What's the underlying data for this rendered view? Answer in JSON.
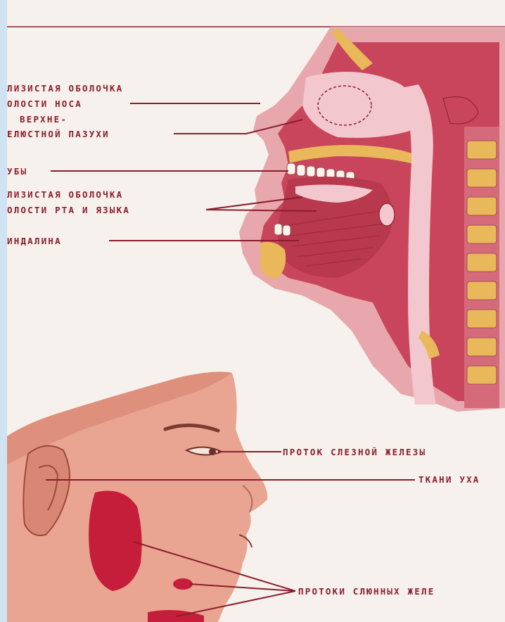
{
  "upper_labels": [
    {
      "id": "nasal-mucosa-1",
      "text": "ЛИЗИСТАЯ ОБОЛОЧКА"
    },
    {
      "id": "nasal-mucosa-2",
      "text": "ОЛОСТИ НОСА"
    },
    {
      "id": "sinus-1",
      "text": "ВЕРХНЕ-"
    },
    {
      "id": "sinus-2",
      "text": "ЕЛЮСТНОЙ ПАЗУХИ"
    },
    {
      "id": "teeth",
      "text": "УБЫ"
    },
    {
      "id": "oral-mucosa-1",
      "text": "ЛИЗИСТАЯ ОБОЛОЧКА"
    },
    {
      "id": "oral-mucosa-2",
      "text": "ОЛОСТИ РТА И ЯЗЫКА"
    },
    {
      "id": "tonsil",
      "text": "ИНДАЛИНА"
    }
  ],
  "lower_labels": [
    {
      "id": "lacrimal-duct",
      "text": "ПРОТОК СЛЕЗНОЙ ЖЕЛЕЗЫ"
    },
    {
      "id": "ear-tissue",
      "text": "ТКАНИ УХА"
    },
    {
      "id": "salivary-ducts",
      "text": "ПРОТОКИ СЛЮННЫХ ЖЕЛЕ"
    }
  ],
  "colors": {
    "ink": "#8a1e2c",
    "tissue": "#c9455c",
    "tissue_light": "#e89aa6",
    "bone": "#e8b85a",
    "skin": "#e9a592",
    "gland": "#c41e3a",
    "background": "#f6f1ec",
    "frame": "#cfe3f2"
  }
}
